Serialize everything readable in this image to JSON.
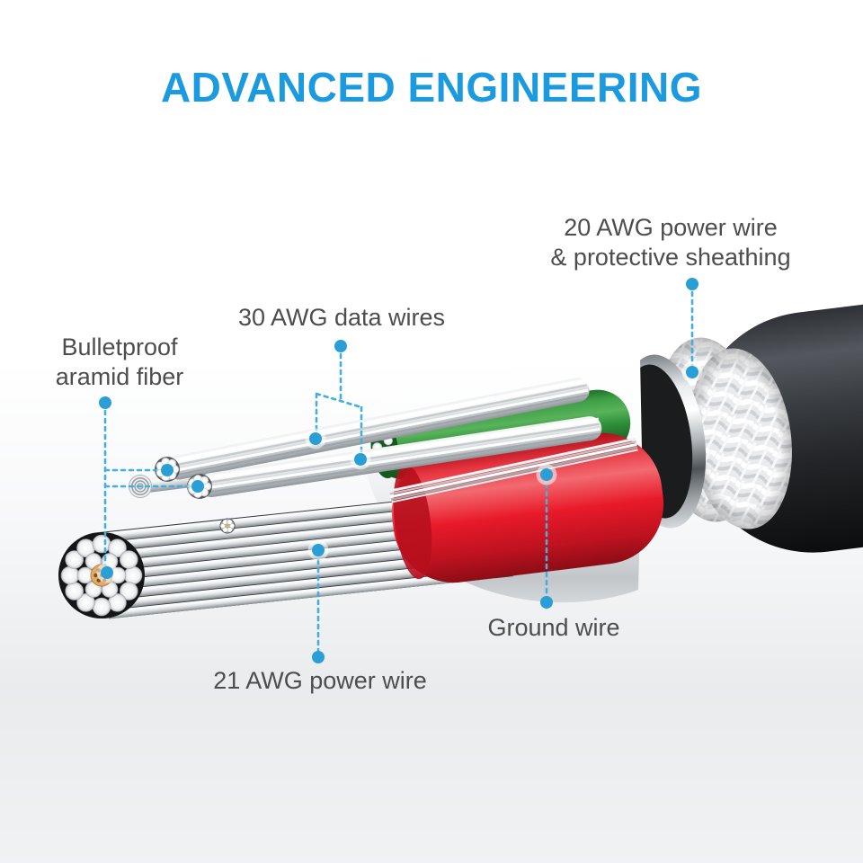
{
  "title": {
    "text": "ADVANCED ENGINEERING"
  },
  "callouts": {
    "sheathing": {
      "line1": "20 AWG power wire",
      "line2": "& protective sheathing"
    },
    "data_wires": {
      "text": "30 AWG data wires"
    },
    "aramid": {
      "line1": "Bulletproof",
      "line2": "aramid fiber"
    },
    "ground": {
      "text": "Ground wire"
    },
    "power21": {
      "text": "21 AWG power wire"
    }
  },
  "colors": {
    "title_blue": "#1b9ae0",
    "label_text": "#4d4d4d",
    "connector_blue": "#44aede",
    "dot_blue": "#2a9fd6",
    "wire_green": "#2e8f3a",
    "wire_red": "#e81a29",
    "jacket_black": "#2c2e31",
    "aramid_gold": "#e0ab69"
  },
  "illustration_parts": [
    "black-outer-jacket",
    "white-braided-protective-sheathing",
    "foil-shield-ring",
    "white-inner-tube",
    "green-data-wire-sheath",
    "red-power-wire-sheath",
    "ground-wire-strands",
    "30awg-data-wire-pair",
    "21awg-power-wire-bundle",
    "aramid-fiber-cores"
  ]
}
